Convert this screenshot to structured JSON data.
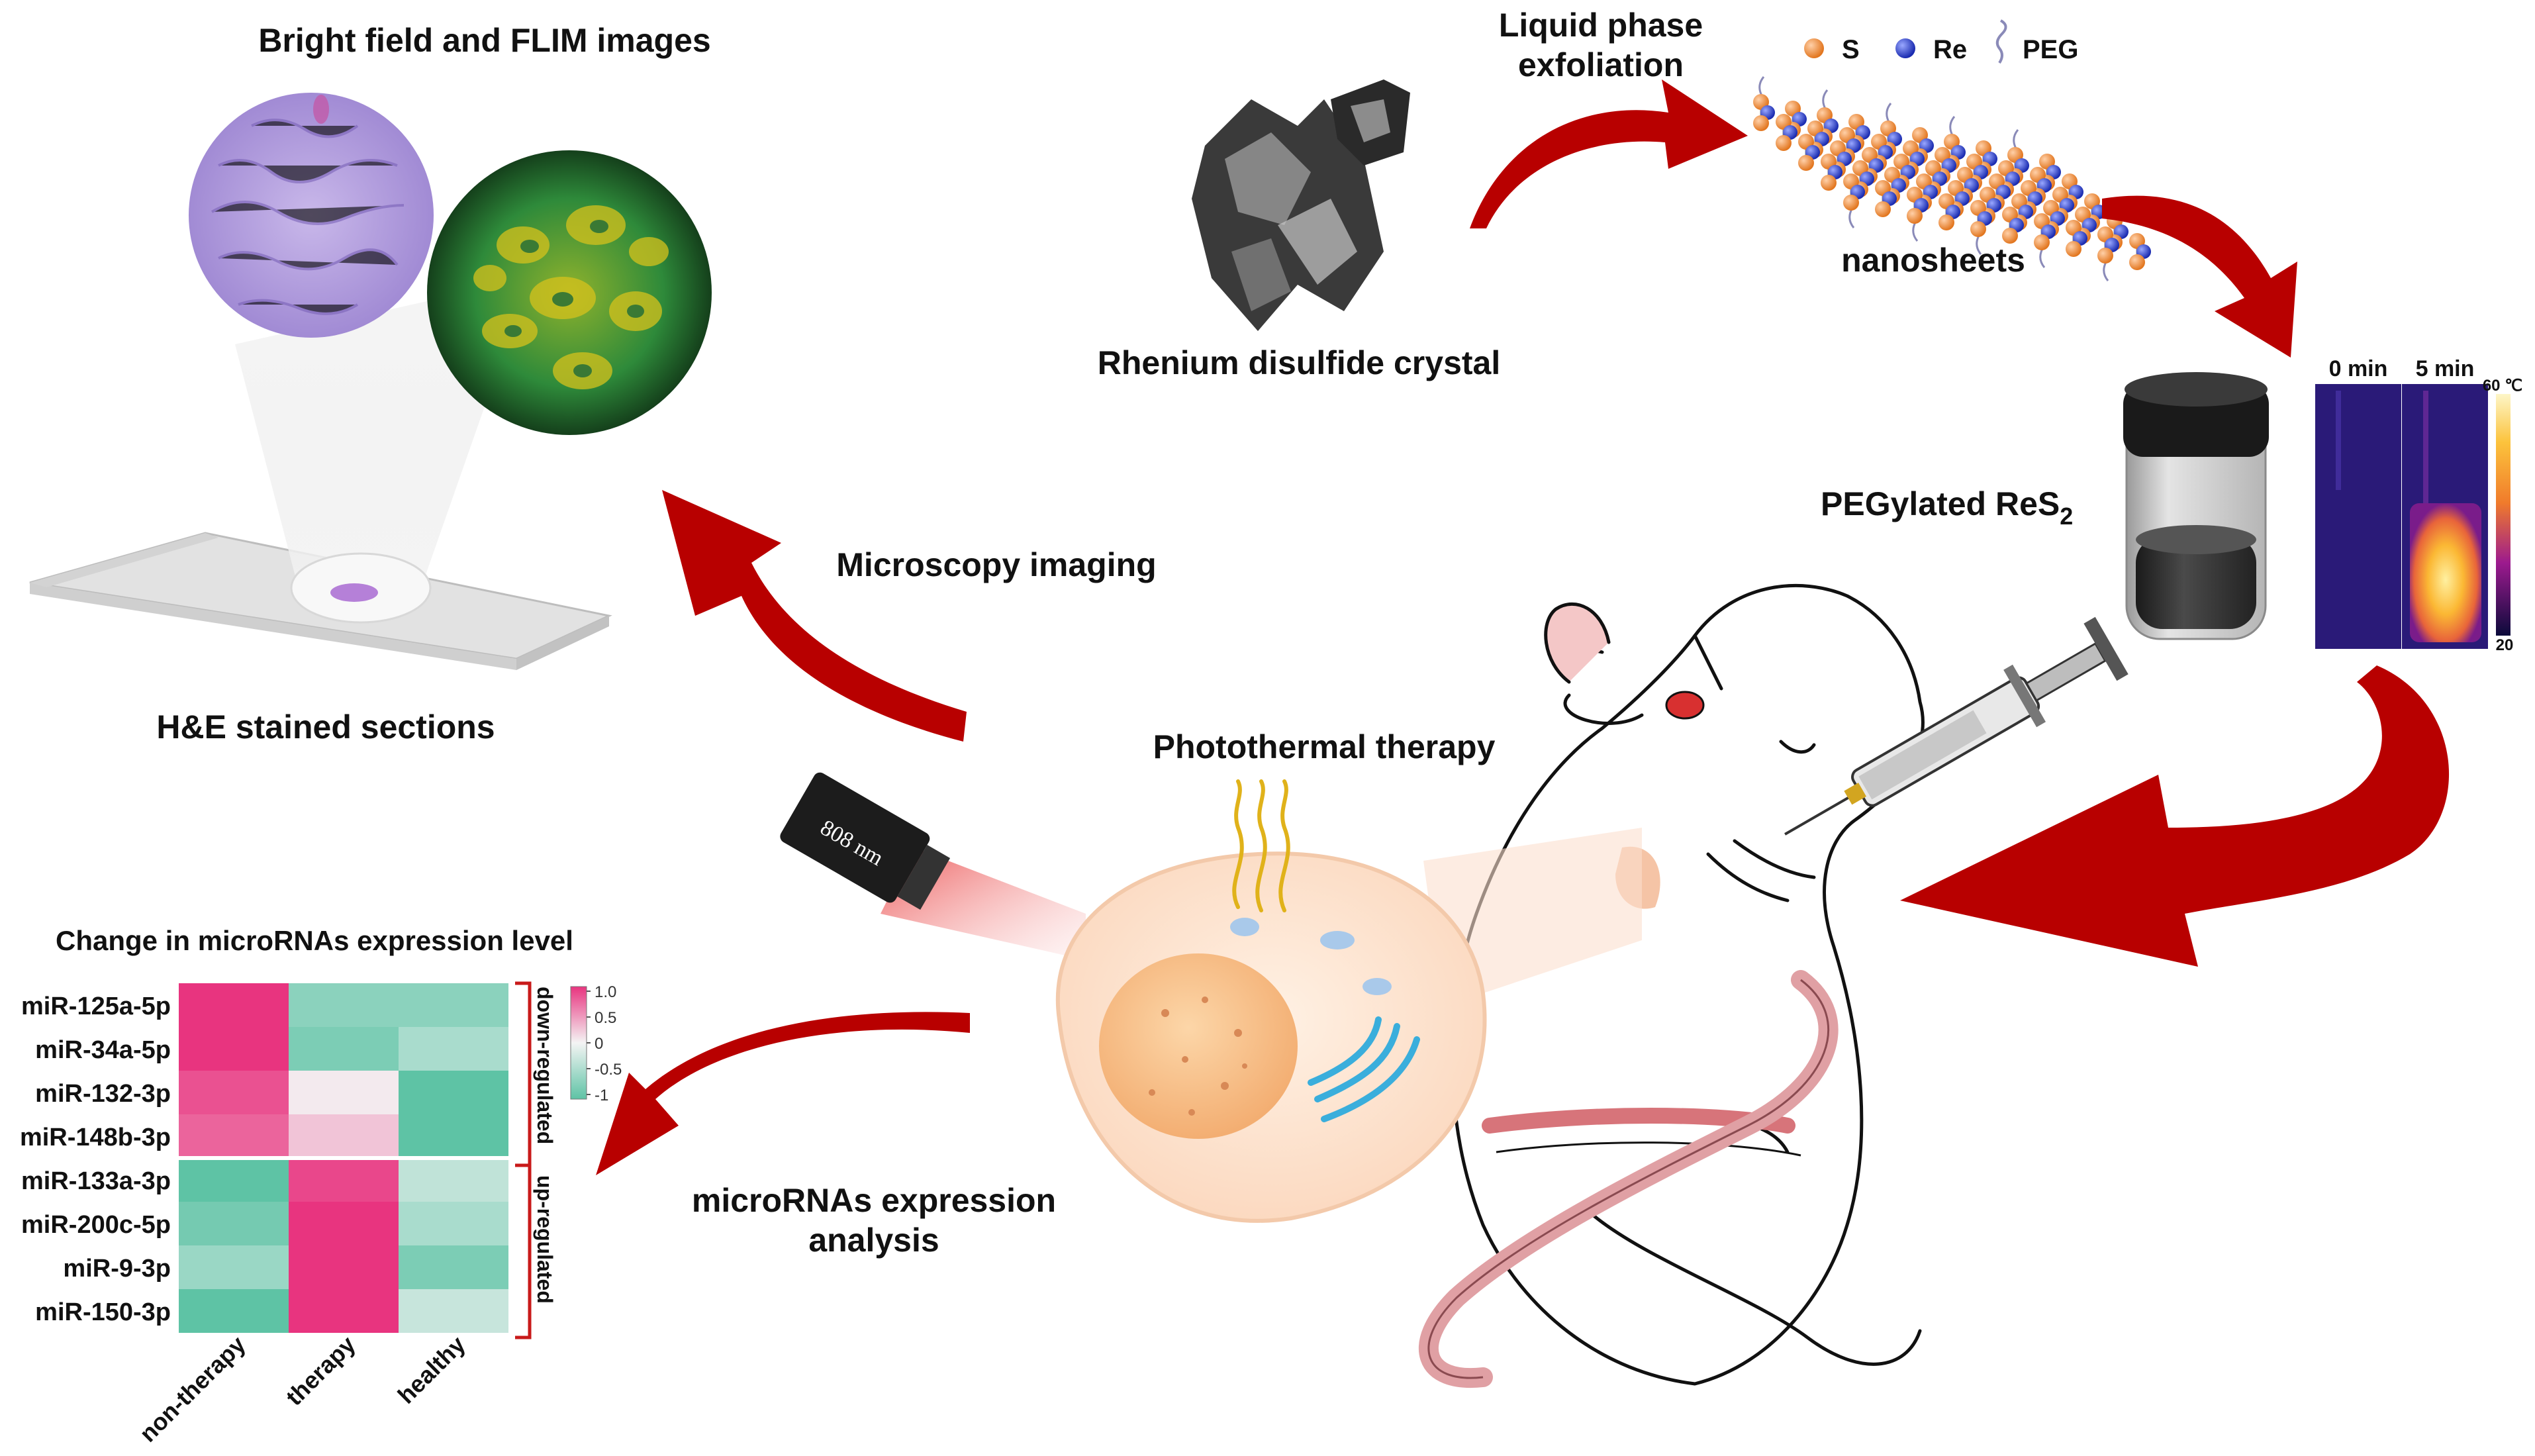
{
  "labels": {
    "bright_field": "Bright field and FLIM images",
    "he_sections": "H&E stained sections",
    "microscopy": "Microscopy imaging",
    "liquid_phase_1": "Liquid phase",
    "liquid_phase_2": "exfoliation",
    "crystal": "Rhenium disulfide crystal",
    "nanosheets": "nanosheets",
    "peg_res2": "PEGylated ReS",
    "peg_res2_sub": "2",
    "photothermal": "Photothermal therapy",
    "mirna_analysis_1": "microRNAs expression",
    "mirna_analysis_2": "analysis",
    "laser": "808 nm"
  },
  "legend": {
    "s": "S",
    "re": "Re",
    "peg": "PEG"
  },
  "thermal": {
    "t0": "0 min",
    "t5": "5 min",
    "max": "60 ℃",
    "min": "20"
  },
  "heatmap": {
    "title": "Change in microRNAs expression level",
    "rows": [
      "miR-125a-5p",
      "miR-34a-5p",
      "miR-132-3p",
      "miR-148b-3p",
      "miR-133a-3p",
      "miR-200c-5p",
      "miR-9-3p",
      "miR-150-3p"
    ],
    "cols": [
      "non-therapy",
      "therapy",
      "healthy"
    ],
    "values": [
      [
        1.0,
        -0.7,
        -0.7
      ],
      [
        1.0,
        -0.8,
        -0.5
      ],
      [
        0.85,
        0.05,
        -1.0
      ],
      [
        0.75,
        0.25,
        -1.0
      ],
      [
        -1.0,
        0.9,
        -0.35
      ],
      [
        -0.85,
        1.0,
        -0.5
      ],
      [
        -0.6,
        1.0,
        -0.8
      ],
      [
        -1.0,
        1.0,
        -0.3
      ]
    ],
    "group_down": "down-regulated",
    "group_up": "up-regulated",
    "scale_ticks": [
      "1.0",
      "0.5",
      "0",
      "-0.5",
      "-1"
    ],
    "colors": {
      "high": "#e8347f",
      "mid": "#f4f4f4",
      "low": "#5ec3a5"
    }
  },
  "colors": {
    "arrow": "#b80000",
    "gold": "#e0b21a"
  }
}
